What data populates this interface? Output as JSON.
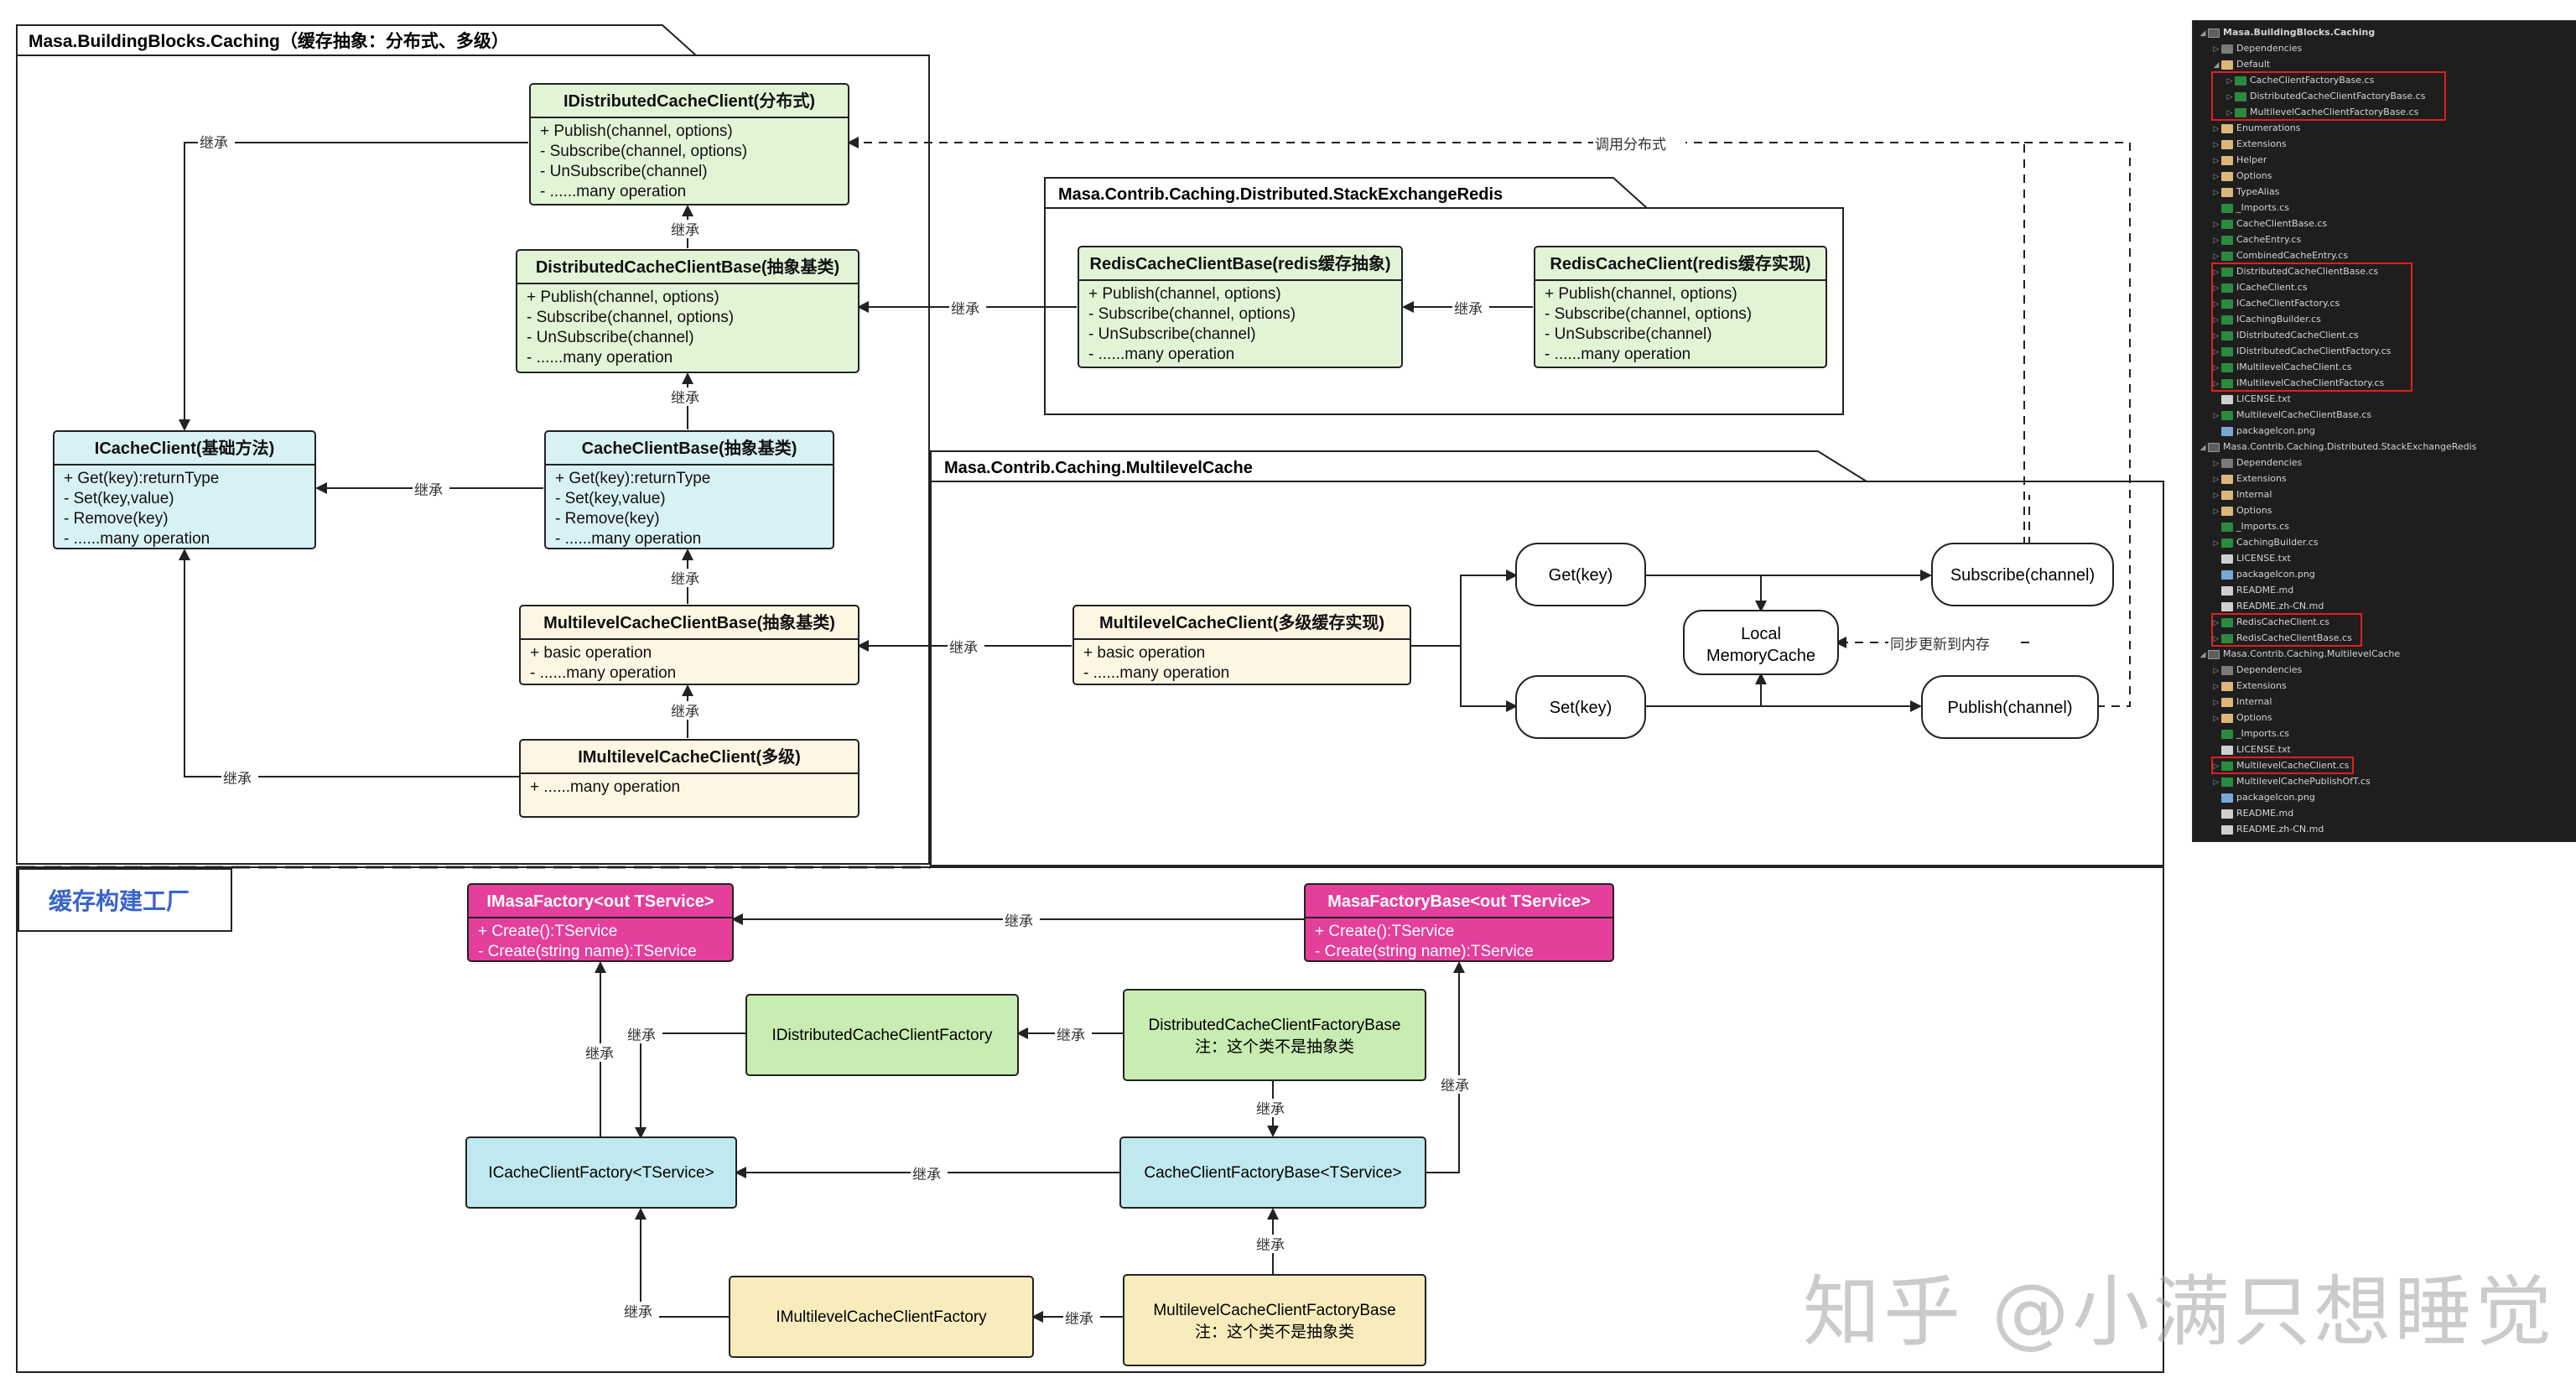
{
  "packages": {
    "caching": "Masa.BuildingBlocks.Caching（缓存抽象：分布式、多级）",
    "redis": "Masa.Contrib.Caching.Distributed.StackExchangeRedis",
    "multilevel": "Masa.Contrib.Caching.MultilevelCache",
    "factory": "缓存构建工厂"
  },
  "classes": {
    "idistributed": {
      "title": "IDistributedCacheClient(分布式)",
      "lines": [
        "+ Publish(channel, options)",
        "-  Subscribe(channel, options)",
        "-  UnSubscribe(channel)",
        "-  ......many operation"
      ]
    },
    "distributedbase": {
      "title": "DistributedCacheClientBase(抽象基类)",
      "lines": [
        "+ Publish(channel, options)",
        "-  Subscribe(channel, options)",
        "-  UnSubscribe(channel)",
        "-  ......many operation"
      ]
    },
    "icacheclient": {
      "title": "ICacheClient(基础方法)",
      "lines": [
        "+ Get(key):returnType",
        "-  Set(key,value)",
        "-  Remove(key)",
        "-  ......many operation"
      ]
    },
    "cacheclientbase": {
      "title": "CacheClientBase(抽象基类)",
      "lines": [
        "+ Get(key):returnType",
        "-  Set(key,value)",
        "-  Remove(key)",
        "-  ......many operation"
      ]
    },
    "multilevelbase": {
      "title": "MultilevelCacheClientBase(抽象基类)",
      "lines": [
        "+ basic operation",
        "-  ......many operation"
      ]
    },
    "imultilevel": {
      "title": "IMultilevelCacheClient(多级)",
      "lines": [
        "+ ......many operation"
      ]
    },
    "redisbase": {
      "title": "RedisCacheClientBase(redis缓存抽象)",
      "lines": [
        "+ Publish(channel, options)",
        "-  Subscribe(channel, options)",
        "-  UnSubscribe(channel)",
        "-  ......many operation"
      ]
    },
    "redisclient": {
      "title": "RedisCacheClient(redis缓存实现)",
      "lines": [
        "+ Publish(channel, options)",
        "-  Subscribe(channel, options)",
        "-  UnSubscribe(channel)",
        "-  ......many operation"
      ]
    },
    "multilevelclient": {
      "title": "MultilevelCacheClient(多级缓存实现)",
      "lines": [
        "+ basic operation",
        "-  ......many operation"
      ]
    },
    "imasafactory": {
      "title": "IMasaFactory<out TService>",
      "lines": [
        "+ Create():TService",
        "- Create(string name):TService"
      ]
    },
    "masafactorybase": {
      "title": "MasaFactoryBase<out TService>",
      "lines": [
        "+ Create():TService",
        "- Create(string name):TService"
      ]
    }
  },
  "nodes": {
    "getkey": "Get(key)",
    "setkey": "Set(key)",
    "local_line1": "Local",
    "local_line2": "MemoryCache",
    "subscribe": "Subscribe(channel)",
    "publish": "Publish(channel)",
    "idistfactory": "IDistributedCacheClientFactory",
    "distfactorybase_line1": "DistributedCacheClientFactoryBase",
    "distfactorybase_line2": "注：这个类不是抽象类",
    "icachefactory": "ICacheClientFactory<TService>",
    "cachefactorybase": "CacheClientFactoryBase<TService>",
    "imultifactory": "IMultilevelCacheClientFactory",
    "multifactorybase_line1": "MultilevelCacheClientFactoryBase",
    "multifactorybase_line2": "注：这个类不是抽象类"
  },
  "labels": {
    "inherit": "继承",
    "call_distributed": "调用分布式",
    "sync_update": "同步更新到内存"
  },
  "colors": {
    "green": "#e2f4d6",
    "cyan": "#d8f1f5",
    "cream": "#fdf6e3",
    "pink": "#e33f9b",
    "green_node": "#c8ecb1",
    "cyan_node": "#bfe9ef",
    "yellow_node": "#f8ecbd"
  },
  "explorer": {
    "items": [
      {
        "indent": 0,
        "arrow": "◢",
        "icon": "proj",
        "label": "Masa.BuildingBlocks.Caching",
        "bold": true
      },
      {
        "indent": 1,
        "arrow": "▷",
        "icon": "dep",
        "label": "Dependencies"
      },
      {
        "indent": 1,
        "arrow": "◢",
        "icon": "folder",
        "label": "Default"
      },
      {
        "indent": 2,
        "arrow": "▷",
        "icon": "cs",
        "label": "CacheClientFactoryBase.cs"
      },
      {
        "indent": 2,
        "arrow": "▷",
        "icon": "cs",
        "label": "DistributedCacheClientFactoryBase.cs"
      },
      {
        "indent": 2,
        "arrow": "▷",
        "icon": "cs",
        "label": "MultilevelCacheClientFactoryBase.cs"
      },
      {
        "indent": 1,
        "arrow": "▷",
        "icon": "folder",
        "label": "Enumerations"
      },
      {
        "indent": 1,
        "arrow": "▷",
        "icon": "folder",
        "label": "Extensions"
      },
      {
        "indent": 1,
        "arrow": "▷",
        "icon": "folder",
        "label": "Helper"
      },
      {
        "indent": 1,
        "arrow": "▷",
        "icon": "folder",
        "label": "Options"
      },
      {
        "indent": 1,
        "arrow": "▷",
        "icon": "folder",
        "label": "TypeAlias"
      },
      {
        "indent": 1,
        "arrow": "",
        "icon": "cs",
        "label": "_Imports.cs"
      },
      {
        "indent": 1,
        "arrow": "▷",
        "icon": "cs",
        "label": "CacheClientBase.cs"
      },
      {
        "indent": 1,
        "arrow": "▷",
        "icon": "cs",
        "label": "CacheEntry.cs"
      },
      {
        "indent": 1,
        "arrow": "▷",
        "icon": "cs",
        "label": "CombinedCacheEntry.cs"
      },
      {
        "indent": 1,
        "arrow": "▷",
        "icon": "cs",
        "label": "DistributedCacheClientBase.cs"
      },
      {
        "indent": 1,
        "arrow": "▷",
        "icon": "cs",
        "label": "ICacheClient.cs"
      },
      {
        "indent": 1,
        "arrow": "▷",
        "icon": "cs",
        "label": "ICacheClientFactory.cs"
      },
      {
        "indent": 1,
        "arrow": "▷",
        "icon": "cs",
        "label": "ICachingBuilder.cs"
      },
      {
        "indent": 1,
        "arrow": "▷",
        "icon": "cs",
        "label": "IDistributedCacheClient.cs"
      },
      {
        "indent": 1,
        "arrow": "▷",
        "icon": "cs",
        "label": "IDistributedCacheClientFactory.cs"
      },
      {
        "indent": 1,
        "arrow": "▷",
        "icon": "cs",
        "label": "IMultilevelCacheClient.cs"
      },
      {
        "indent": 1,
        "arrow": "▷",
        "icon": "cs",
        "label": "IMultilevelCacheClientFactory.cs"
      },
      {
        "indent": 1,
        "arrow": "",
        "icon": "file",
        "label": "LICENSE.txt"
      },
      {
        "indent": 1,
        "arrow": "▷",
        "icon": "cs",
        "label": "MultilevelCacheClientBase.cs"
      },
      {
        "indent": 1,
        "arrow": "",
        "icon": "img",
        "label": "packageIcon.png"
      },
      {
        "indent": 0,
        "arrow": "◢",
        "icon": "proj",
        "label": "Masa.Contrib.Caching.Distributed.StackExchangeRedis"
      },
      {
        "indent": 1,
        "arrow": "▷",
        "icon": "dep",
        "label": "Dependencies"
      },
      {
        "indent": 1,
        "arrow": "▷",
        "icon": "folder",
        "label": "Extensions"
      },
      {
        "indent": 1,
        "arrow": "▷",
        "icon": "folder",
        "label": "Internal"
      },
      {
        "indent": 1,
        "arrow": "▷",
        "icon": "folder",
        "label": "Options"
      },
      {
        "indent": 1,
        "arrow": "",
        "icon": "cs",
        "label": "_Imports.cs"
      },
      {
        "indent": 1,
        "arrow": "▷",
        "icon": "cs",
        "label": "CachingBuilder.cs"
      },
      {
        "indent": 1,
        "arrow": "",
        "icon": "file",
        "label": "LICENSE.txt"
      },
      {
        "indent": 1,
        "arrow": "",
        "icon": "img",
        "label": "packageIcon.png"
      },
      {
        "indent": 1,
        "arrow": "",
        "icon": "file",
        "label": "README.md"
      },
      {
        "indent": 1,
        "arrow": "",
        "icon": "file",
        "label": "README.zh-CN.md"
      },
      {
        "indent": 1,
        "arrow": "▷",
        "icon": "cs",
        "label": "RedisCacheClient.cs"
      },
      {
        "indent": 1,
        "arrow": "▷",
        "icon": "cs",
        "label": "RedisCacheClientBase.cs"
      },
      {
        "indent": 0,
        "arrow": "◢",
        "icon": "proj",
        "label": "Masa.Contrib.Caching.MultilevelCache"
      },
      {
        "indent": 1,
        "arrow": "▷",
        "icon": "dep",
        "label": "Dependencies"
      },
      {
        "indent": 1,
        "arrow": "▷",
        "icon": "folder",
        "label": "Extensions"
      },
      {
        "indent": 1,
        "arrow": "▷",
        "icon": "folder",
        "label": "Internal"
      },
      {
        "indent": 1,
        "arrow": "▷",
        "icon": "folder",
        "label": "Options"
      },
      {
        "indent": 1,
        "arrow": "",
        "icon": "cs",
        "label": "_Imports.cs"
      },
      {
        "indent": 1,
        "arrow": "",
        "icon": "file",
        "label": "LICENSE.txt"
      },
      {
        "indent": 1,
        "arrow": "▷",
        "icon": "cs",
        "label": "MultilevelCacheClient.cs"
      },
      {
        "indent": 1,
        "arrow": "▷",
        "icon": "cs",
        "label": "MultilevelCachePublishOfT.cs"
      },
      {
        "indent": 1,
        "arrow": "",
        "icon": "img",
        "label": "packageIcon.png"
      },
      {
        "indent": 1,
        "arrow": "",
        "icon": "file",
        "label": "README.md"
      },
      {
        "indent": 1,
        "arrow": "",
        "icon": "file",
        "label": "README.zh-CN.md"
      }
    ]
  },
  "watermark": "知乎 @小满只想睡觉"
}
